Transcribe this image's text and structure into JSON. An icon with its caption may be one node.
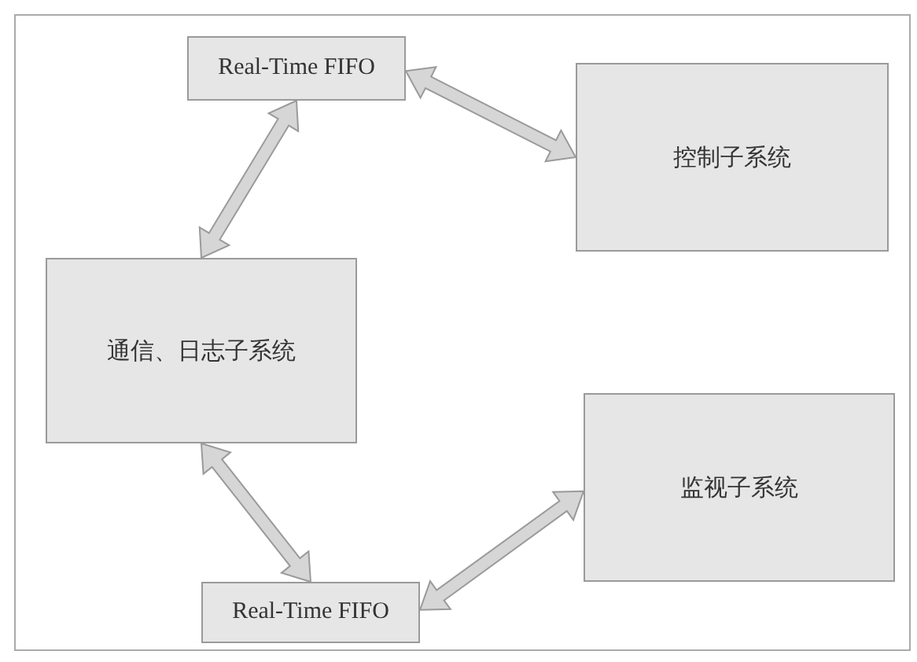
{
  "diagram": {
    "nodes": [
      {
        "text": [
          "Real-Time FIFO"
        ]
      },
      {
        "text": [
          "控制子系统"
        ]
      },
      {
        "text": [
          "通信、日志子系统"
        ]
      },
      {
        "text": [
          "监视子系统"
        ]
      },
      {
        "text": [
          "Real-Time FIFO"
        ]
      }
    ],
    "edges": [
      {
        "from": 0,
        "to": 2,
        "arrow": "both"
      },
      {
        "from": 0,
        "to": 1,
        "arrow": "both"
      },
      {
        "from": 2,
        "to": 4,
        "arrow": "both"
      },
      {
        "from": 4,
        "to": 3,
        "arrow": "both"
      }
    ]
  }
}
